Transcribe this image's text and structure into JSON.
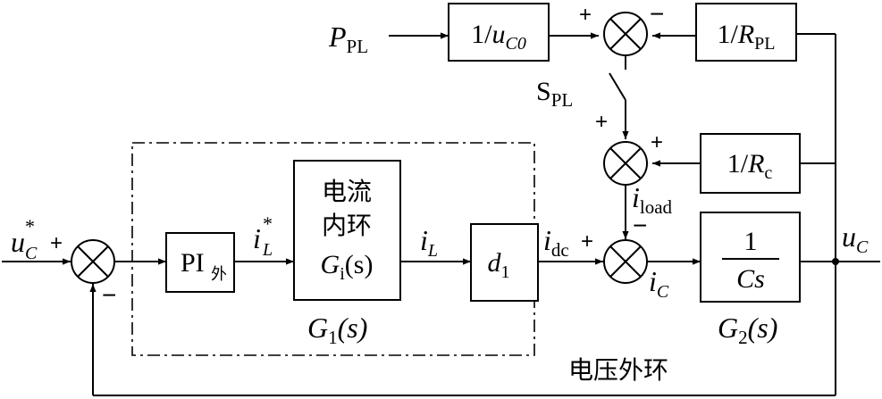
{
  "labels": {
    "ppl_var": "P",
    "ppl_sub": "PL",
    "spl_var": "S",
    "spl_sub": "PL",
    "uc_star_var": "u",
    "uc_star_sub": "C",
    "uc_star_sup": "*",
    "iL_star_var": "i",
    "iL_star_sub": "L",
    "iL_star_sup": "*",
    "iL_var": "i",
    "iL_sub": "L",
    "idc_var": "i",
    "idc_sub": "dc",
    "iload_var": "i",
    "iload_sub": "load",
    "iC_var": "i",
    "iC_sub": "C",
    "uC_var": "u",
    "uC_sub": "C",
    "G1_text": "G",
    "G1_sub": "1",
    "G1_arg": "(s)",
    "G2_text": "G",
    "G2_sub": "2",
    "G2_arg": "(s)",
    "outer_loop": "电压外环"
  },
  "blocks": {
    "inv_uc0_num": "1/",
    "inv_uc0_var": "u",
    "inv_uc0_sub": "C0",
    "inv_rpl_num": "1/",
    "inv_rpl_var": "R",
    "inv_rpl_sub": "PL",
    "inv_rc_num": "1/",
    "inv_rc_var": "R",
    "inv_rc_sub": "c",
    "pi_text": "PI",
    "pi_sub": "外",
    "inner_line1": "电流",
    "inner_line2": "内环",
    "inner_tf_var": "G",
    "inner_tf_sub": "i",
    "inner_tf_arg": "(s)",
    "d1_var": "d",
    "d1_sub": "1",
    "plant_num": "1",
    "plant_den": "Cs"
  },
  "signs": {
    "sum_top_left": "+",
    "sum_top_right": "−",
    "sum_load_top": "+",
    "sum_load_right": "+",
    "sum_out_left": "+",
    "sum_out_bottom": "−",
    "sum_ic_top": "−",
    "sum_ic_left": "+",
    "sum_main_left": "+",
    "sum_main_bottom": "−"
  }
}
